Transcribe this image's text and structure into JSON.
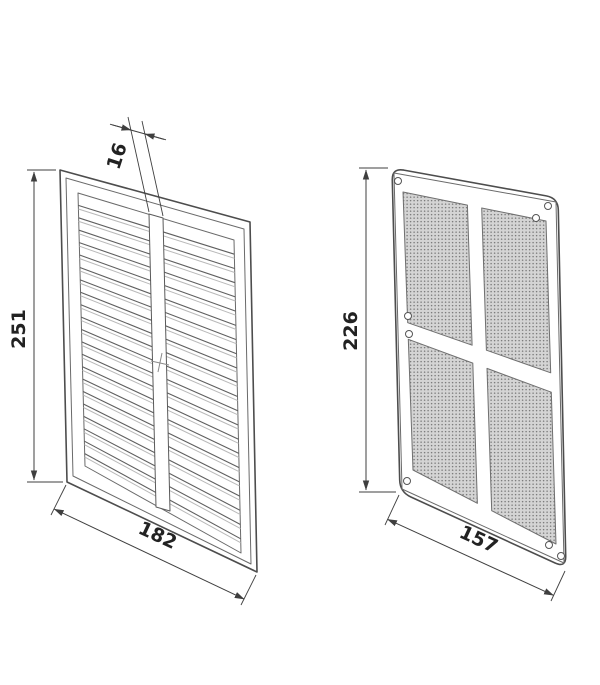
{
  "drawing": {
    "front_view": {
      "height_mm": "251",
      "slot_width_mm": "16",
      "width_mm": "182"
    },
    "back_view": {
      "height_mm": "226",
      "width_mm": "157"
    },
    "colors": {
      "line": "#4d4d4d",
      "dimension": "#3f3f3f",
      "mesh_background": "#d4d4d4",
      "mesh_dot": "#7a7a7a",
      "background": "#ffffff"
    }
  }
}
